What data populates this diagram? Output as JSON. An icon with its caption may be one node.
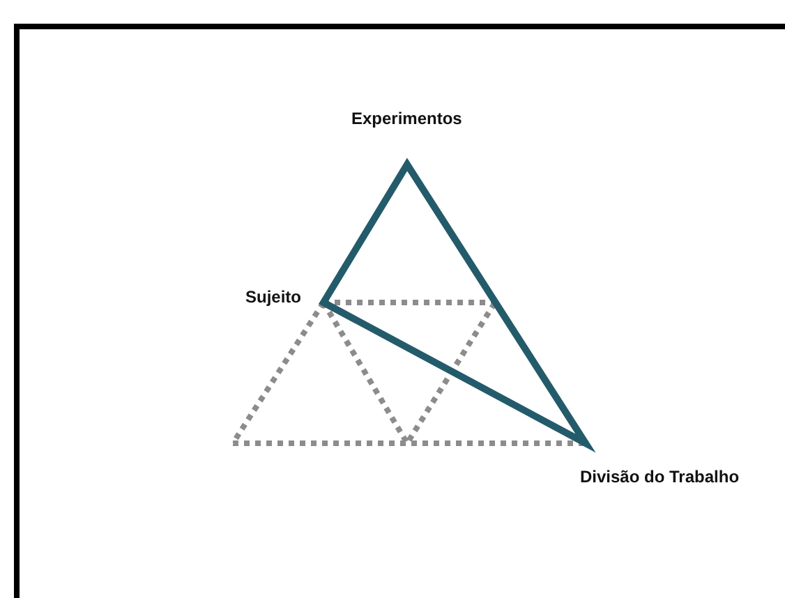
{
  "diagram": {
    "labels": [
      "Experimentos",
      "Sujeito",
      "Divisão do Trabalho"
    ]
  }
}
